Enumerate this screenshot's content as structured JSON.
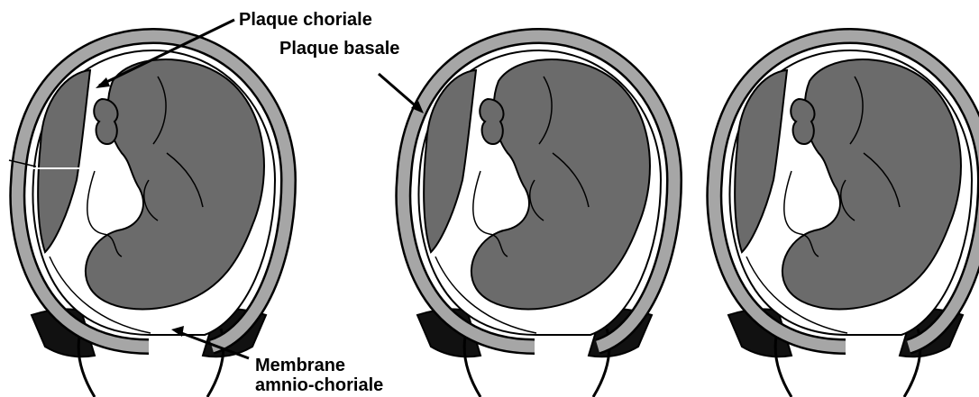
{
  "labels": {
    "plaque_choriale": "Plaque choriale",
    "plaque_basale": "Plaque basale",
    "membrane_line1": "Membrane",
    "membrane_line2": "amnio-choriale"
  },
  "colors": {
    "fetus_fill": "#6b6b6b",
    "placenta_fill": "#6b6b6b",
    "uterus_wall": "#a6a6a6",
    "outline": "#000000",
    "cervix_dark": "#111111"
  },
  "panels": [
    {
      "id": "panel-1",
      "description_icon": "uterus-fetus-illustration"
    },
    {
      "id": "panel-2",
      "description_icon": "uterus-fetus-illustration"
    },
    {
      "id": "panel-3",
      "description_icon": "uterus-fetus-illustration"
    }
  ]
}
